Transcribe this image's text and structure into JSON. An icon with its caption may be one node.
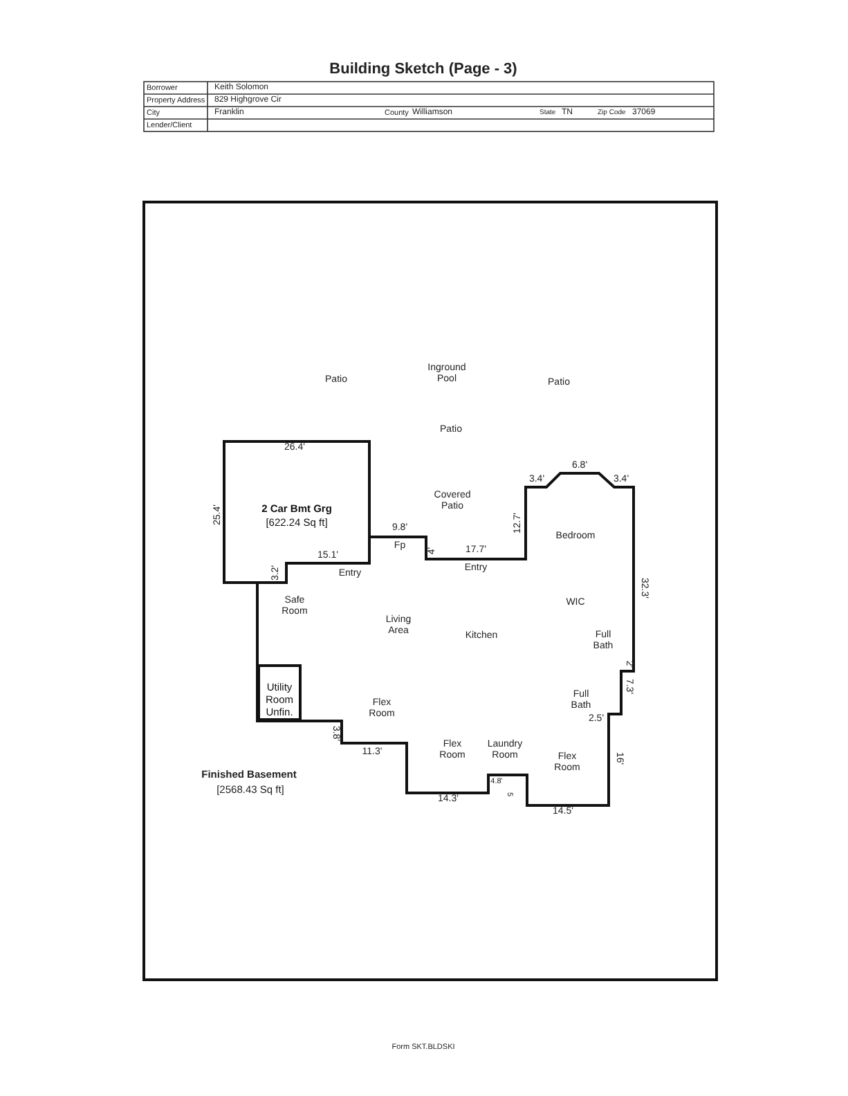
{
  "diagram": {
    "title": "Building Sketch (Page - 3)",
    "nodes": [
      {
        "text": [
          "2 Car Bmt Grg",
          "[622.24 Sq ft]"
        ]
      },
      {
        "text": [
          "Utility Room Unfin."
        ]
      }
    ],
    "labels": [
      "Borrower",
      "Keith Solomon",
      "Property Address",
      "829 Highgrove Cir",
      "City",
      "Franklin",
      "County",
      "Williamson",
      "State",
      "TN",
      "Zip Code",
      "37069",
      "Lender/Client",
      "Patio",
      "Inground Pool",
      "Patio",
      "Patio",
      "26.4'",
      "25.4'",
      "Covered Patio",
      "3.4'",
      "6.8'",
      "3.4'",
      "9.8'",
      "Fp",
      "4'",
      "17.7'",
      "12.7'",
      "Bedroom",
      "15.1'",
      "3.2'",
      "Entry",
      "Entry",
      "32.3'",
      "Safe Room",
      "WIC",
      "Living Area",
      "Kitchen",
      "Full Bath",
      "2'",
      "7.3'",
      "Full Bath",
      "Flex Room",
      "2.5'",
      "3.8'",
      "11.3'",
      "Flex Room",
      "Laundry Room",
      "Flex Room",
      "16'",
      "4.8'",
      "5",
      "Finished Basement",
      "[2568.43 Sq ft]",
      "14.3'",
      "14.5'",
      "Form SKT.BLDSKI"
    ]
  }
}
